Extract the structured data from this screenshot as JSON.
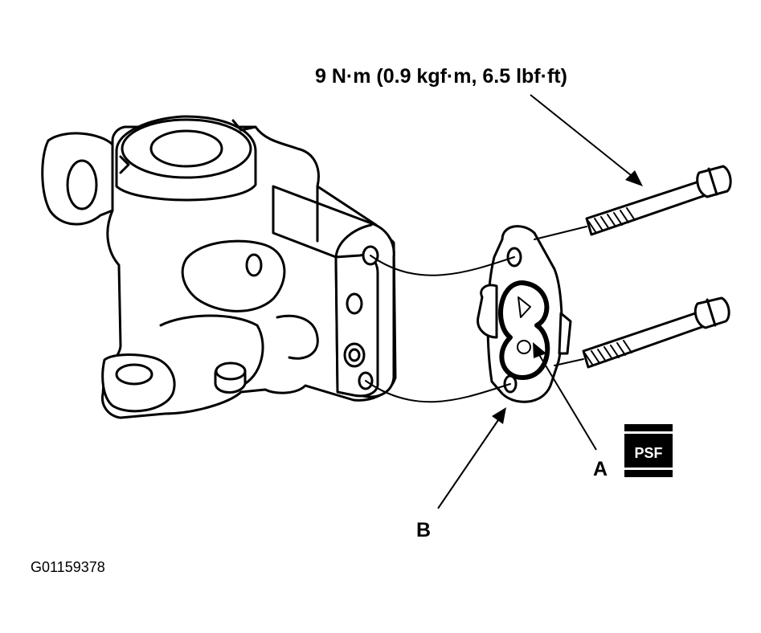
{
  "torque_spec": "9 N·m (0.9 kgf·m, 6.5 lbf·ft)",
  "callouts": {
    "a": "A",
    "b": "B"
  },
  "psf_badge": "PSF",
  "figure_id": "G01159378"
}
